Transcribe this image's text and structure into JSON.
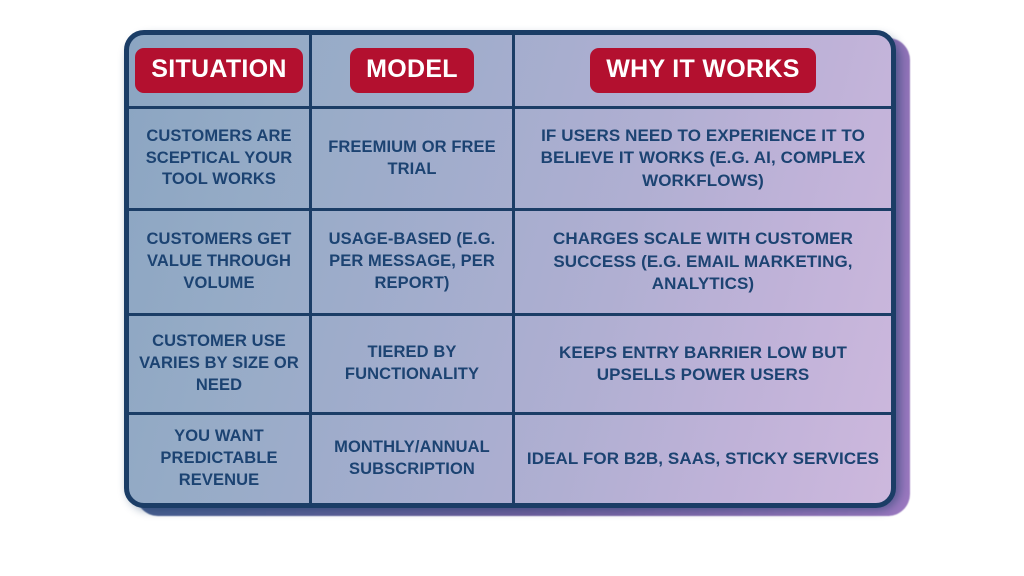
{
  "table": {
    "headers": [
      {
        "label": "SITUATION",
        "name": "header-situation"
      },
      {
        "label": "MODEL",
        "name": "header-model"
      },
      {
        "label": "WHY IT WORKS",
        "name": "header-why-it-works"
      }
    ],
    "rows": [
      {
        "situation": "CUSTOMERS ARE SCEPTICAL YOUR TOOL WORKS",
        "model": "FREEMIUM OR FREE TRIAL",
        "why": "IF USERS NEED TO EXPERIENCE IT TO BELIEVE IT WORKS (E.G. AI, COMPLEX WORKFLOWS)"
      },
      {
        "situation": "CUSTOMERS GET VALUE THROUGH VOLUME",
        "model": "USAGE-BASED (E.G. PER MESSAGE, PER REPORT)",
        "why": "CHARGES SCALE WITH CUSTOMER SUCCESS (E.G. EMAIL MARKETING, ANALYTICS)"
      },
      {
        "situation": "CUSTOMER USE VARIES BY SIZE OR NEED",
        "model": "TIERED BY FUNCTIONALITY",
        "why": "KEEPS ENTRY BARRIER LOW BUT UPSELLS POWER USERS"
      },
      {
        "situation": "YOU WANT PREDICTABLE REVENUE",
        "model": "MONTHLY/ANNUAL SUBSCRIPTION",
        "why": "IDEAL FOR B2B, SAAS, STICKY SERVICES"
      }
    ]
  },
  "colors": {
    "badge_background": "#b3102f",
    "badge_text": "#ffffff",
    "border": "#1b3d66",
    "body_text": "#1c4372",
    "gradient_start": "#8ba5c2",
    "gradient_end": "#cdb8dd",
    "accent_shadow": "#9b79c0",
    "page_background": "#ffffff"
  }
}
